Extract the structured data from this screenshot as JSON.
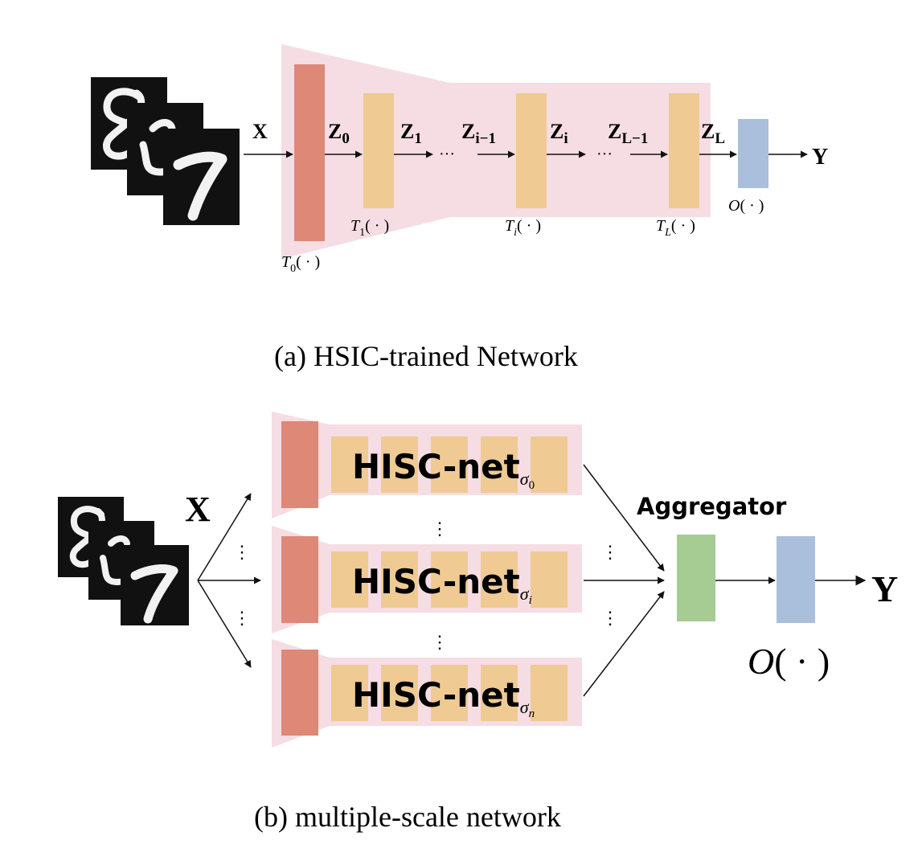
{
  "panel_a": {
    "caption": "(a) HSIC-trained Network",
    "input_label": "X",
    "output_label": "Y",
    "z_labels": {
      "z0": {
        "base": "Z",
        "sub": "0"
      },
      "z1": {
        "base": "Z",
        "sub": "1"
      },
      "zim1": {
        "base": "Z",
        "sub": "i−1"
      },
      "zi": {
        "base": "Z",
        "sub": "i"
      },
      "zLm1": {
        "base": "Z",
        "sub": "L−1"
      },
      "zL": {
        "base": "Z",
        "sub": "L"
      }
    },
    "ellipsis": "···",
    "op_labels": {
      "t0": {
        "base": "T",
        "sub": "0",
        "arg": "( · )"
      },
      "t1": {
        "base": "T",
        "sub": "1",
        "arg": "( · )"
      },
      "ti": {
        "base": "T",
        "sub": "i",
        "arg": "( · )"
      },
      "tL": {
        "base": "T",
        "sub": "L",
        "arg": "( · )"
      },
      "o": {
        "base": "O",
        "arg": "( · )"
      }
    }
  },
  "panel_b": {
    "caption": "(b) multiple-scale network",
    "input_label": "X",
    "output_label": "Y",
    "aggregator_label": "Aggregator",
    "vdots": "⋮",
    "output_op": {
      "base": "O",
      "arg": "( · )"
    },
    "subnets": [
      {
        "label": "HISC-net",
        "sigma": "σ",
        "sub": "0"
      },
      {
        "label": "HISC-net",
        "sigma": "σ",
        "sub": "i"
      },
      {
        "label": "HISC-net",
        "sigma": "σ",
        "sub": "n"
      }
    ]
  },
  "colors": {
    "pink_bg": "#f5dde3",
    "red_block": "#de8878",
    "orange_block": "#efca93",
    "blue_block": "#a9bfdb",
    "green_block": "#a6cc94",
    "line": "#111111"
  }
}
